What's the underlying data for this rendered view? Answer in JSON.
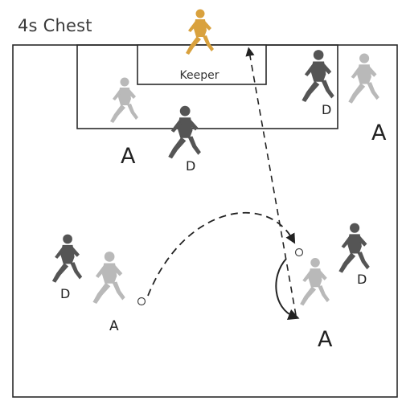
{
  "diagram": {
    "title": "4s Chest",
    "keeper_label": "Keeper",
    "team_a_letter": "A",
    "team_d_letter": "D"
  },
  "colors": {
    "field_line": "#2a2a2a",
    "defender": "#555555",
    "attacker": "#b9b9b9",
    "keeper": "#d9a13d",
    "pass_line": "#222222",
    "label": "#222222"
  },
  "icons": {
    "player": "running-player-icon",
    "ball": "ball-icon",
    "arrow": "arrowhead-icon"
  }
}
